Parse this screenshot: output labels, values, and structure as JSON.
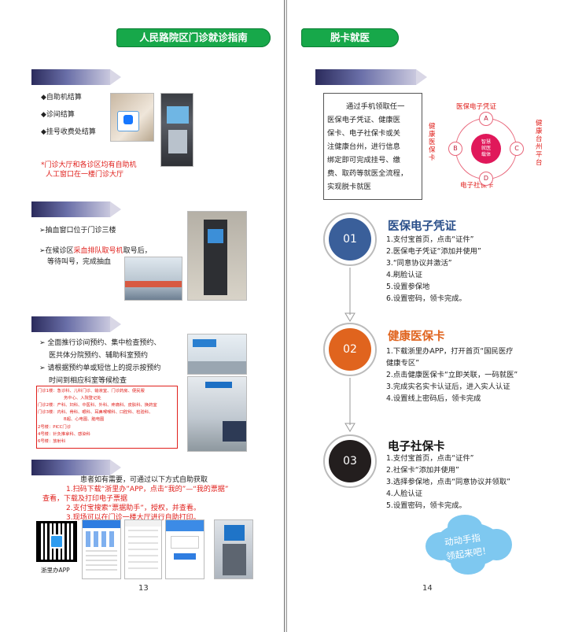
{
  "left": {
    "banner": "人民路院区门诊就诊指南",
    "s1": {
      "items": [
        "◆自助机结算",
        "◆诊间结算",
        "◆挂号收费处结算"
      ],
      "note1": "*门诊大厅和各诊区均有自助机",
      "note2": "人工窗口在一楼门诊大厅"
    },
    "s2": {
      "l1": "➢抽血窗口位于门诊三楼",
      "l2a": "➢在候诊区",
      "l2b": "采血排队取号机",
      "l2c": "取号后，",
      "l3": "等待叫号，完成抽血"
    },
    "s3": {
      "l1": "➢ 全面推行诊间预约、集中检查预约、",
      "l2": "医共体分院预约、辅助科室预约",
      "l3": "➢ 请根据预约单或短信上的提示按预约",
      "l4": "时间到相应科室等候检查",
      "floors": [
        "门诊1楼：急诊科、儿科门诊、输液室、门诊药房、便民服",
        "务中心、入院登记处",
        "门诊2楼：产科、妇科、中医科、外科、疼痛科、皮肤科、换药室",
        "门诊3楼：内科、骨科、眼科、耳鼻喉喉科、口腔科、检验科、",
        "B超、心电图、脑电图",
        "2号楼：PICC门诊",
        "4号楼：针灸推拿科、感染科",
        "6号楼：放射科"
      ]
    },
    "s4": {
      "intro": "患者如有需要，可通过以下方式自助获取",
      "m1a": "1.扫码下载“浙里办”APP，点击“我的”—“我的票据”",
      "m1b": "查看，下载及打印电子票据",
      "m2": "2.支付宝搜索“票据助手”，授权，并查看。",
      "m3": "3.现场可以在门诊一楼大厅进行自助打印。",
      "qr_caption": "浙里办APP"
    },
    "page_number": "13"
  },
  "right": {
    "banner": "脱卡就医",
    "intro": [
      "通过手机领取任一",
      "医保电子凭证、健康医",
      "保卡、电子社保卡或关",
      "注健康台州，进行信息",
      "绑定即可完成挂号、缴",
      "费、取药等就医全流程，",
      "实现脱卡就医"
    ],
    "diagram": {
      "top": "医保电子凭证",
      "left": "健康医保卡",
      "right": "健康台州平台",
      "bottom": "电子社保卡",
      "center": [
        "智慧",
        "就医",
        "载体"
      ],
      "A": "A",
      "B": "B",
      "C": "C",
      "D": "D"
    },
    "steps": [
      {
        "num": "01",
        "title": "医保电子凭证",
        "color": "#3a5f9a",
        "lines": [
          "1.支付宝首页，点击“证件”",
          "2.医保电子凭证“添加并使用”",
          "3.“同意协议并激活”",
          "4.刷脸认证",
          "5.设置参保地",
          "6.设置密码，领卡完成。"
        ]
      },
      {
        "num": "02",
        "title": "健康医保卡",
        "color": "#e0641e",
        "lines": [
          "1.下载浙里办APP，打开首页“国民医疗",
          "   健康专区”",
          "2.点击健康医保卡“立即关联，一码就医”",
          "3.完成实名实卡认证后，进入实人认证",
          "4.设置线上密码后，领卡完成"
        ]
      },
      {
        "num": "03",
        "title": "电子社保卡",
        "color": "#231e1e",
        "lines": [
          "1.支付宝首页，点击“证件”",
          "2.社保卡“添加并使用”",
          "3.选择参保地，点击“同意协议并领取”",
          "4.人脸认证",
          "5.设置密码，领卡完成。"
        ]
      }
    ],
    "cloud": [
      "动动手指",
      "领起来吧！"
    ],
    "page_number": "14"
  }
}
